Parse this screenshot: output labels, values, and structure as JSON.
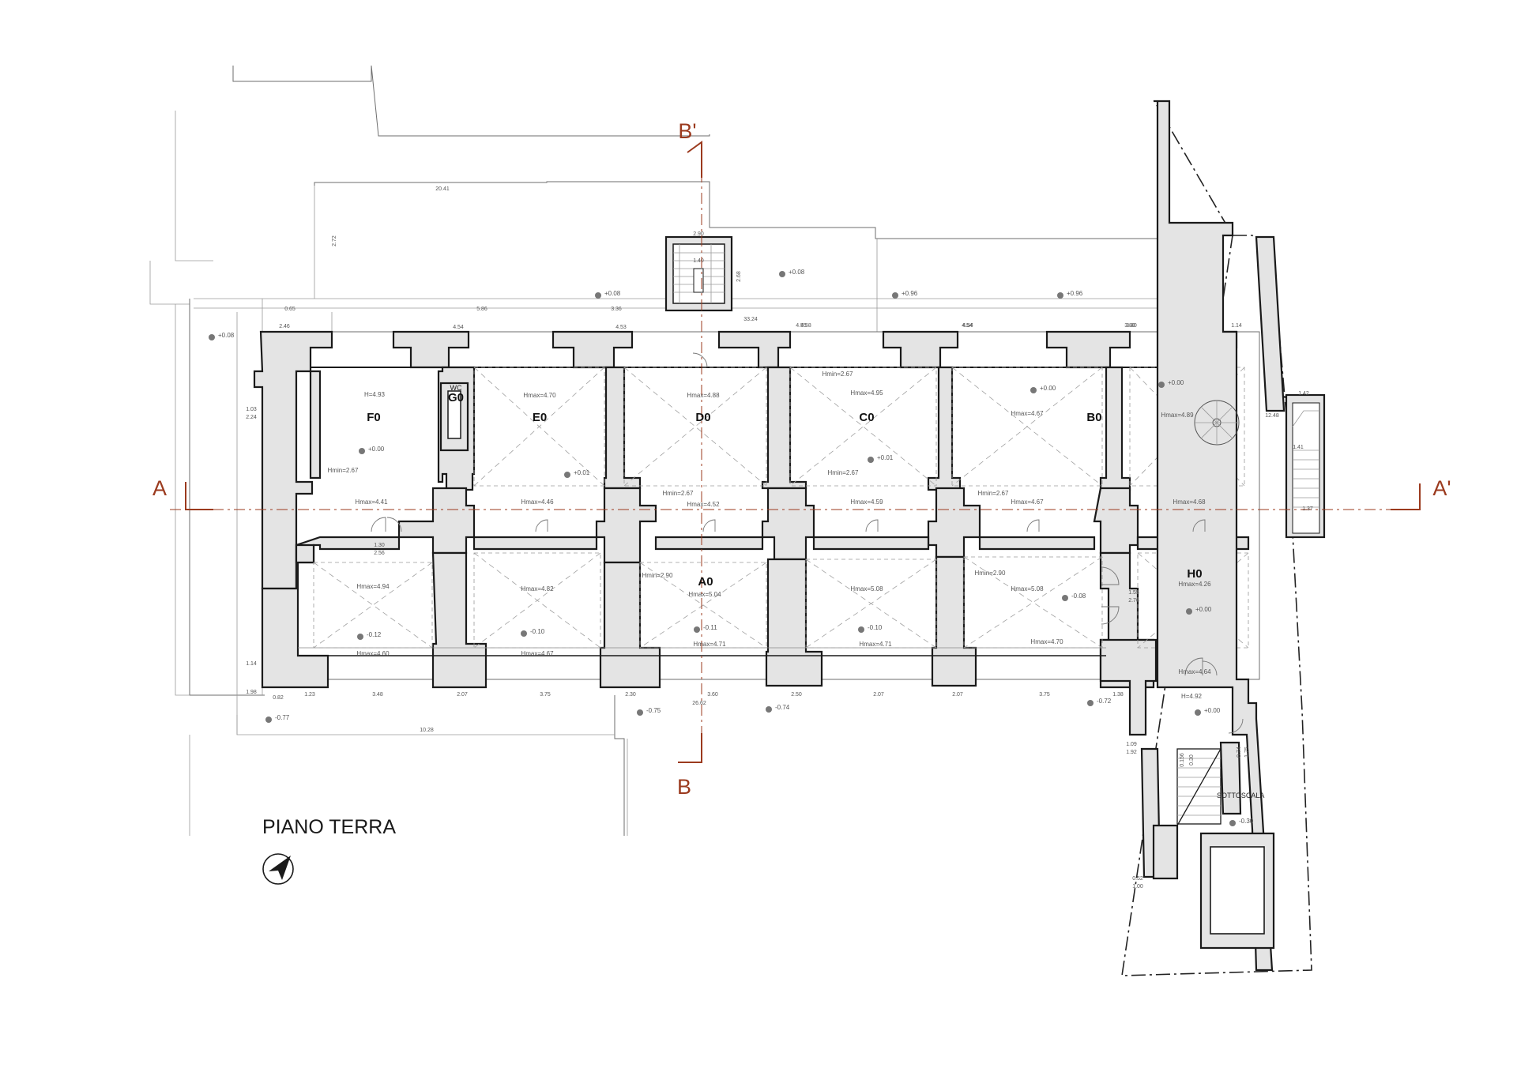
{
  "drawing": {
    "title": "PIANO TERRA",
    "section_labels": {
      "a_left": "A",
      "a_right": "A'",
      "b_top": "B'",
      "b_bottom": "B"
    },
    "rooms": [
      {
        "id": "F0",
        "label": "F0"
      },
      {
        "id": "E0",
        "label": "E0"
      },
      {
        "id": "D0",
        "label": "D0"
      },
      {
        "id": "C0",
        "label": "C0"
      },
      {
        "id": "B0",
        "label": "B0"
      },
      {
        "id": "A0",
        "label": "A0"
      },
      {
        "id": "H0",
        "label": "H0"
      },
      {
        "id": "G0",
        "label": "G0"
      }
    ],
    "labels": {
      "wc": "WC",
      "sottoscala": "SOTTOSCALA"
    },
    "heights": {
      "f0_hmax": "H=4.93",
      "f0_hmin": "Hmin=2.67",
      "e0_hmax": "Hmax=4.70",
      "d0_hmax": "Hmax=4.88",
      "c0_hmax": "Hmax=4.95",
      "c0_hmin": "Hmin=2.67",
      "c0_hmin2": "Hmin=2.67",
      "b0_hmax": "Hmax=4.67",
      "h0_top": "Hmax=4.89",
      "cor_1": "Hmax=4.41",
      "cor_2": "Hmax=4.46",
      "cor_3": "Hmax=4.52",
      "cor_4": "Hmax=4.59",
      "cor_5": "Hmax=4.67",
      "cor_6": "Hmax=4.68",
      "cor_min1": "Hmin=2.67",
      "cor_min2": "Hmin=2.67",
      "bot_1": "Hmax=4.94",
      "bot_2": "Hmax=4.82",
      "bot_3": "Hmax=5.04",
      "bot_4": "Hmax=5.08",
      "bot_5": "Hmax=5.08",
      "bot_6": "Hmax=4.26",
      "bot_min": "Hmin=2.90",
      "bot_min2": "Hmin=2.90",
      "row_1": "Hmax=4.60",
      "row_2": "Hmax=4.67",
      "row_3": "Hmax=4.71",
      "row_4": "Hmax=4.71",
      "row_5": "Hmax=4.70",
      "h0_a": "Hmax=4.64",
      "h0_b": "H=4.92"
    },
    "levels": {
      "l1": "+0.08",
      "l2": "+0.08",
      "l3": "+0.08",
      "l4": "+0.96",
      "l5": "+0.96",
      "l6": "+0.00",
      "l7": "+0.00",
      "l8": "+0.01",
      "l9": "+0.01",
      "l10": "+0.00",
      "l11": "-0.12",
      "l12": "-0.10",
      "l13": "-0.11",
      "l14": "-0.10",
      "l15": "-0.08",
      "l16": "+0.00",
      "l17": "-0.77",
      "l18": "-0.75",
      "l19": "-0.74",
      "l20": "-0.72",
      "l21": "+0.00",
      "l22": "-0.30"
    },
    "dims": {
      "top_20": "20.41",
      "top_290": "2.90",
      "top_140": "1.40",
      "top_272": "2.72",
      "top_268": "2.68",
      "t1": "0.65",
      "t2": "5.86",
      "t3": "3.36",
      "t4": "33.24",
      "t5": "4.58",
      "t6": "4.54",
      "t7": "3.80",
      "t8": "1.14",
      "s1": "2.46",
      "s2": "4.54",
      "s3": "4.53",
      "s4": "4.55",
      "s5": "4.54",
      "s6": "3.80",
      "b1": "1.23",
      "b2": "3.48",
      "b3": "2.07",
      "b4": "3.75",
      "b5": "2.30",
      "b6": "3.60",
      "b7": "2.50",
      "b8": "2.07",
      "b9": "2.07",
      "b10": "3.75",
      "b11": "1.38",
      "bottom_total": "10.28",
      "bottom_2": "26.62",
      "lh1": "1.03",
      "lh2": "2.24",
      "lh3": "1.14",
      "lh4": "1.98",
      "lh5": "0.82",
      "ph1": "1.30",
      "ph2": "2.56",
      "ph3": "1.55",
      "ph4": "2.76",
      "st1": "1.09",
      "st2": "1.92",
      "st3": "0.156",
      "st4": "0.30",
      "st5": "0.74",
      "st6": "1.75",
      "st7": "0.52",
      "st8": "1.00",
      "ext1": "1.42",
      "ext2": "1.37",
      "ext3": "12.48",
      "ext4": "1.41"
    }
  },
  "colors": {
    "wall_fill": "#e4e4e4",
    "wall_stroke": "#1a1a1a",
    "section_color": "#9b3a1e"
  },
  "icons": {
    "north_arrow": "north-arrow-icon",
    "level_marker": "level-marker-icon"
  }
}
